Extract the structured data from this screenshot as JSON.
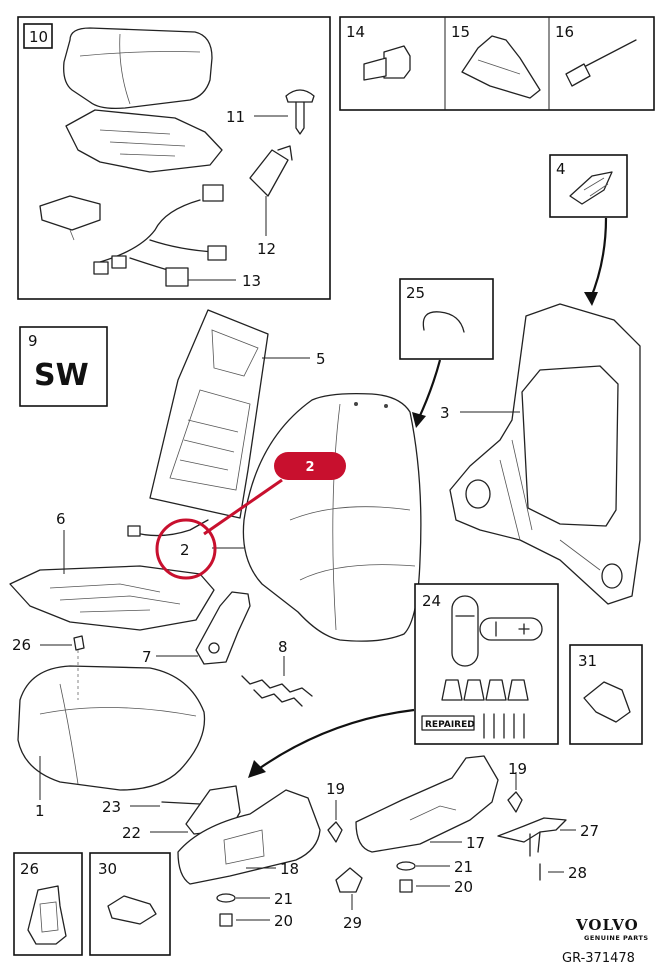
{
  "callout": {
    "highlight_label": "2"
  },
  "boxes": {
    "b10": "10",
    "b14": "14",
    "b15": "15",
    "b16": "16",
    "b4": "4",
    "b9": "9",
    "b25": "25",
    "b24": "24",
    "b31": "31",
    "b26": "26",
    "b30": "30"
  },
  "sw_text": "SW",
  "repaired_text": "REPAIRED",
  "labels": {
    "l11": "11",
    "l12": "12",
    "l13": "13",
    "l5": "5",
    "l3": "3",
    "l6": "6",
    "l2": "2",
    "l26": "26",
    "l7": "7",
    "l8": "8",
    "l1": "1",
    "l23": "23",
    "l22": "22",
    "l19a": "19",
    "l19b": "19",
    "l18": "18",
    "l17": "17",
    "l21a": "21",
    "l20a": "20",
    "l21b": "21",
    "l20b": "20",
    "l29": "29",
    "l27": "27",
    "l28": "28"
  },
  "brand": {
    "name": "VOLVO",
    "sub": "GENUINE PARTS"
  },
  "reference": "GR-371478"
}
